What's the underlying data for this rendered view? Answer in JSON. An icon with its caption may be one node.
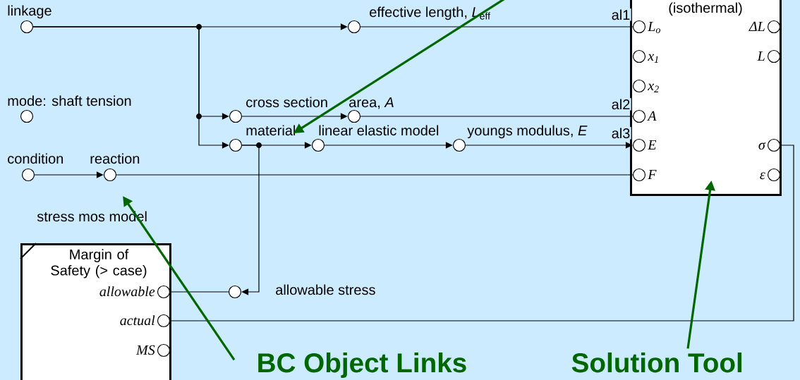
{
  "diagram": {
    "nodes": [
      {
        "text": [
          "linkage"
        ]
      },
      {
        "text": [
          "mode: shaft tension"
        ]
      },
      {
        "text": [
          "condition"
        ]
      },
      {
        "text": [
          "reaction"
        ]
      },
      {
        "text": [
          "effective length, *L*$_{eff}$"
        ]
      },
      {
        "text": [
          "cross section"
        ]
      },
      {
        "text": [
          "area, *A*"
        ]
      },
      {
        "text": [
          "material"
        ]
      },
      {
        "text": [
          "linear elastic model"
        ]
      },
      {
        "text": [
          "youngs modulus, *E*"
        ]
      },
      {
        "text": [
          "(isothermal)"
        ]
      },
      {
        "text": [
          "L$_{o}$"
        ],
        "in": 10
      },
      {
        "text": [
          "x$_{1}$"
        ],
        "in": 10
      },
      {
        "text": [
          "x$_{2}$"
        ],
        "in": 10
      },
      {
        "text": [
          "A"
        ],
        "in": 10
      },
      {
        "text": [
          "E"
        ],
        "in": 10
      },
      {
        "text": [
          "F"
        ],
        "in": 10
      },
      {
        "text": [
          "ΔL"
        ],
        "in": 10
      },
      {
        "text": [
          "L"
        ],
        "in": 10
      },
      {
        "text": [
          "σ"
        ],
        "in": 10
      },
      {
        "text": [
          "ε"
        ],
        "in": 10
      },
      {
        "text": [
          "stress mos model",
          "Margin of Safety (> case)"
        ]
      },
      {
        "text": [
          "allowable"
        ],
        "in": 21
      },
      {
        "text": [
          "actual"
        ],
        "in": 21
      },
      {
        "text": [
          "MS"
        ],
        "in": 21
      },
      {
        "text": [
          "allowable stress"
        ]
      },
      {
        "text": [
          "BC Object Links"
        ]
      },
      {
        "text": [
          "Solution Tool"
        ]
      }
    ],
    "edges": [
      {
        "from": 0,
        "to": 4,
        "arrow": "to"
      },
      {
        "from": 0,
        "to": 5,
        "arrow": "to"
      },
      {
        "from": 0,
        "to": 7,
        "arrow": "to"
      },
      {
        "from": 4,
        "to": 11,
        "arrow": "none",
        "label": "al1"
      },
      {
        "from": 5,
        "to": 6,
        "arrow": "to"
      },
      {
        "from": 6,
        "to": 14,
        "arrow": "none",
        "label": "al2"
      },
      {
        "from": 7,
        "to": 8,
        "arrow": "to"
      },
      {
        "from": 8,
        "to": 9,
        "arrow": "to"
      },
      {
        "from": 9,
        "to": 15,
        "arrow": "to",
        "label": "al3"
      },
      {
        "from": 7,
        "to": 25,
        "arrow": "to"
      },
      {
        "from": 25,
        "to": 22,
        "arrow": "none"
      },
      {
        "from": 2,
        "to": 3,
        "arrow": "to"
      },
      {
        "from": 3,
        "to": 16,
        "arrow": "none"
      },
      {
        "from": 19,
        "to": 23,
        "arrow": "none"
      },
      {
        "from": null,
        "to": 7,
        "arrow": "to",
        "style": "thick",
        "color": "#006600"
      },
      {
        "from": 26,
        "to": 3,
        "arrow": "to",
        "style": "thick",
        "color": "#006600"
      },
      {
        "from": 27,
        "to": 10,
        "arrow": "to",
        "style": "thick",
        "color": "#006600"
      }
    ]
  }
}
